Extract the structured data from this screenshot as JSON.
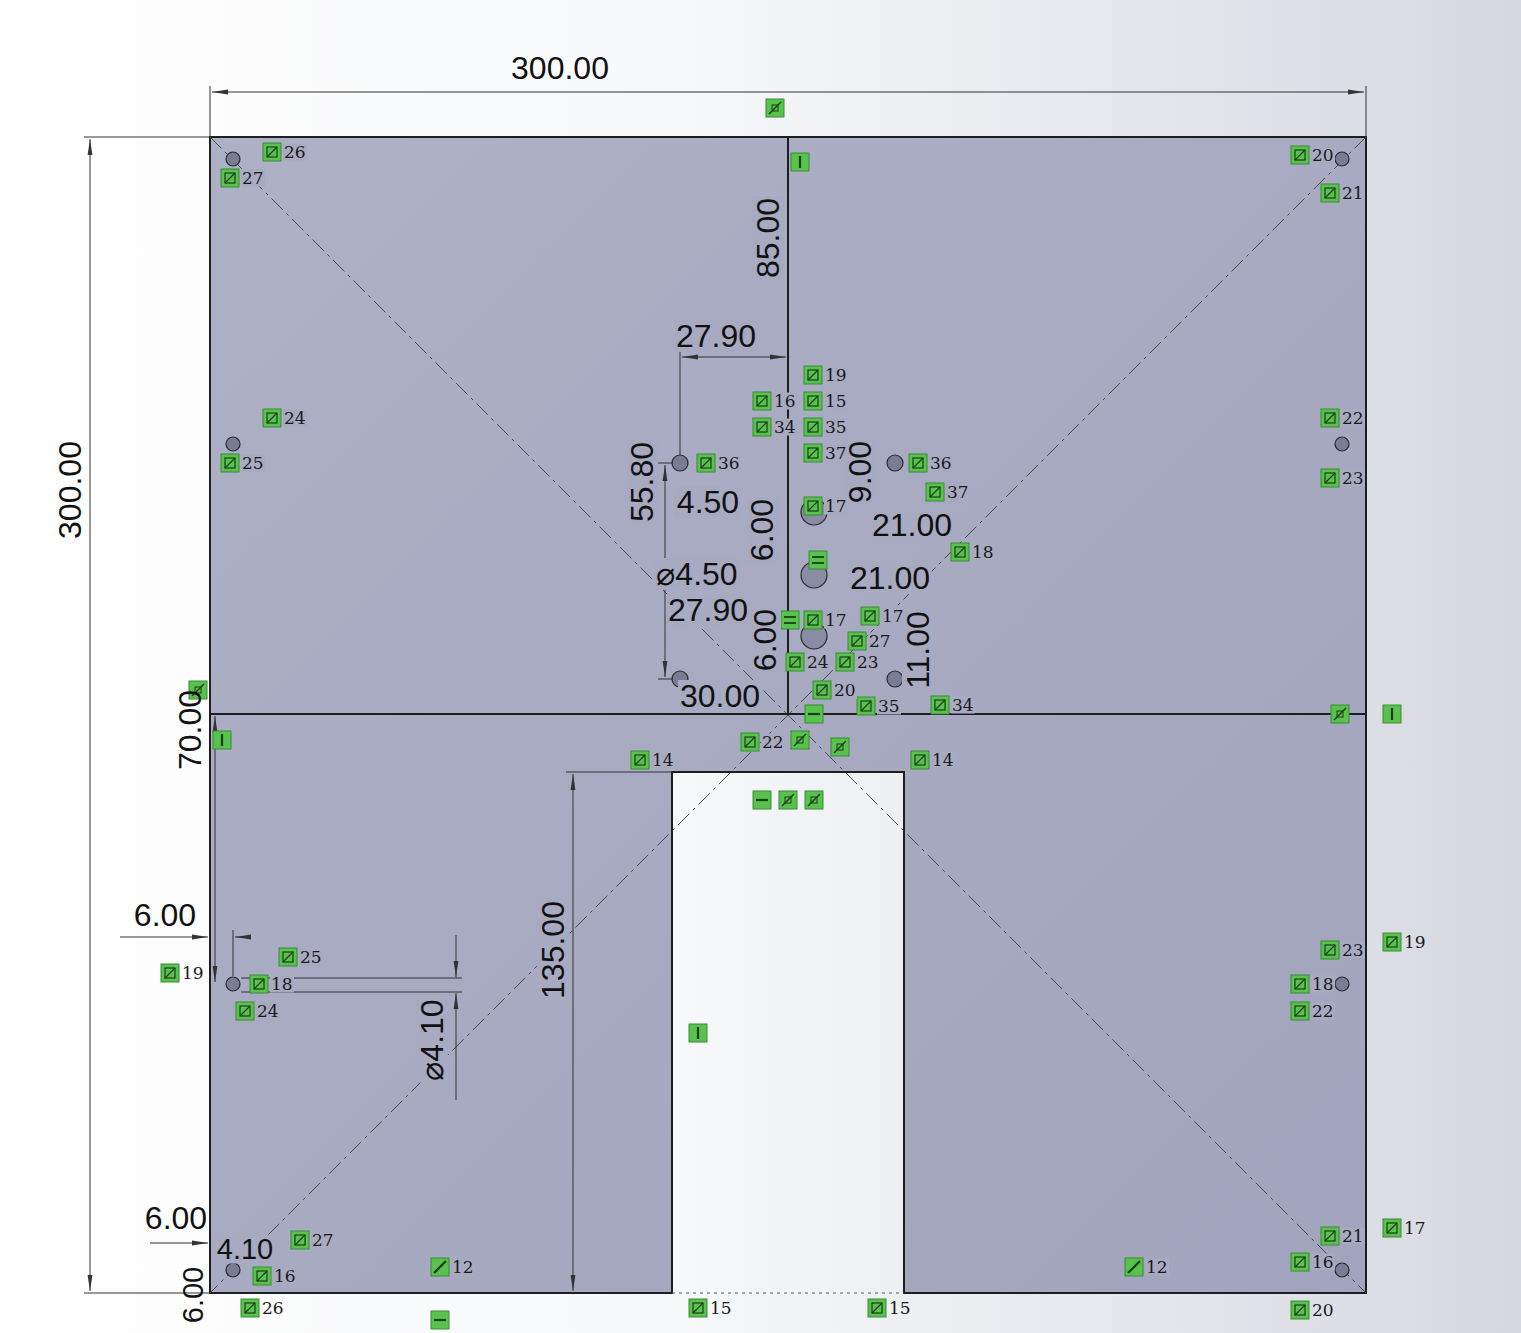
{
  "diagram": {
    "labels": [
      "300.00",
      "300.00",
      "85.00",
      "27.90",
      "55.80",
      "4.50",
      "⌀4.50",
      "27.90",
      "6.00",
      "9.00",
      "21.00",
      "21.00",
      "11.00",
      "6.00",
      "30.00",
      "70.00",
      "6.00",
      "⌀4.10",
      "135.00",
      "6.00",
      "4.10",
      "6.00",
      "26",
      "27",
      "24",
      "25",
      "20",
      "21",
      "22",
      "23",
      "19",
      "15",
      "16",
      "34",
      "35",
      "37",
      "36",
      "36",
      "37",
      "17",
      "18",
      "17",
      "17",
      "27",
      "24",
      "23",
      "20",
      "34",
      "35",
      "22",
      "14",
      "14",
      "19",
      "25",
      "18",
      "24",
      "19",
      "23",
      "18",
      "22",
      "17",
      "21",
      "16",
      "20",
      "12",
      "12",
      "15",
      "15",
      "27",
      "16",
      "26"
    ]
  }
}
